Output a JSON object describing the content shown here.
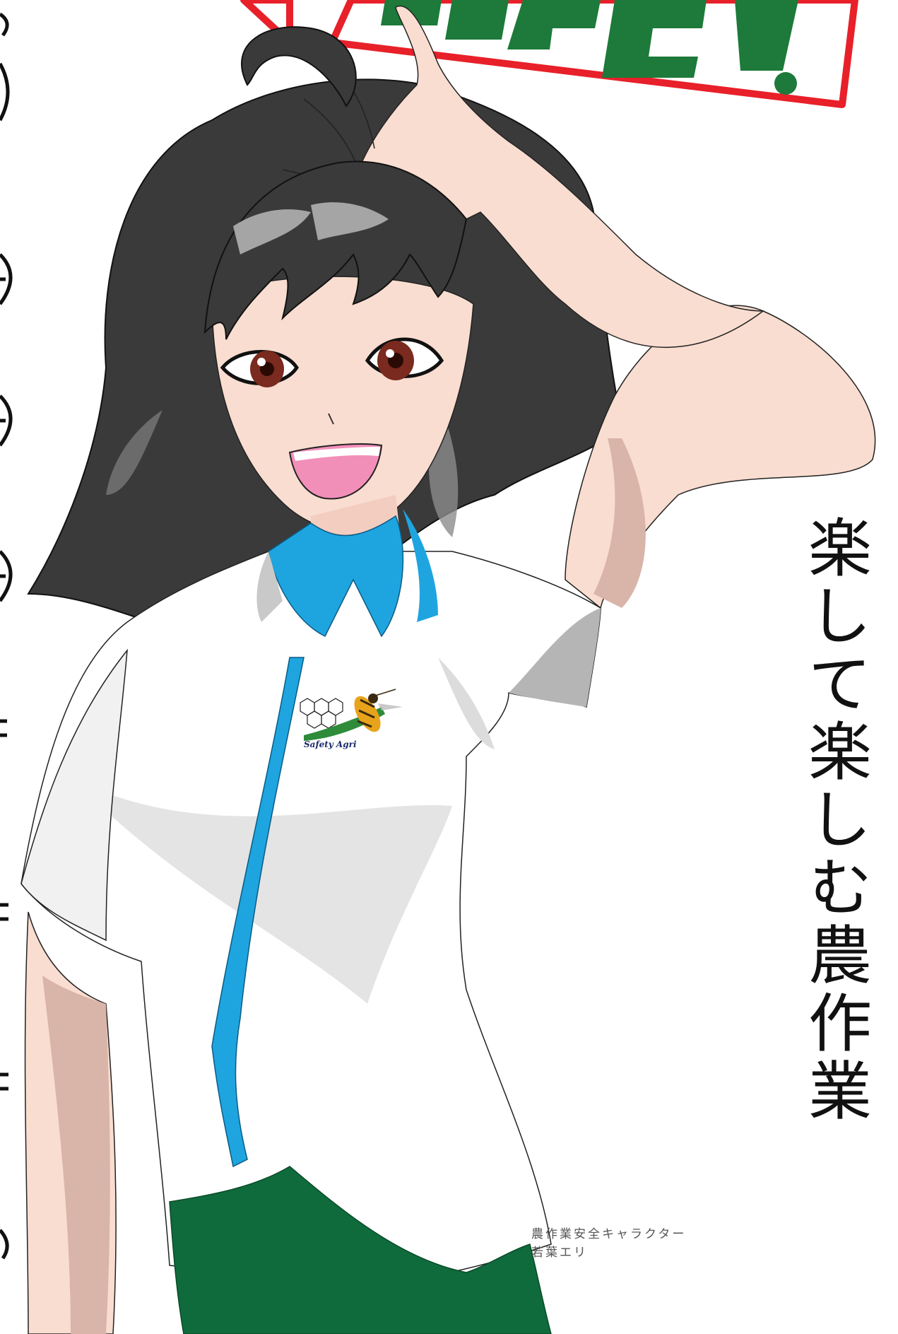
{
  "poster": {
    "tagline": "楽して楽しむ農作業",
    "caption_line1": "農作業安全キャラクター",
    "caption_line2": "若葉エリ",
    "logo_text": "Safety Agri",
    "banner_text": "",
    "left_margin_text": ""
  },
  "colors": {
    "background": "#ffffff",
    "hair": "#3a3a3a",
    "skin": "#f9ddd0",
    "collar": "#1ea5e0",
    "skirt": "#0f6b3b",
    "banner_border": "#e8202a",
    "banner_text": "#1d7a3a"
  },
  "icons": [
    "hornet-icon",
    "honeycomb-icon"
  ]
}
